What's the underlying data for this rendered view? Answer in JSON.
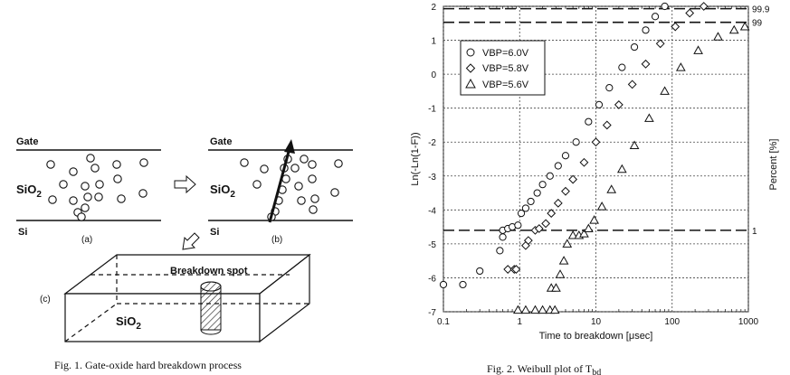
{
  "fig1": {
    "panel_a": {
      "gate": "Gate",
      "oxide": "SiO",
      "oxide_sub": "2",
      "si": "Si",
      "tag": "(a)"
    },
    "panel_b": {
      "gate": "Gate",
      "oxide": "SiO",
      "oxide_sub": "2",
      "si": "Si",
      "tag": "(b)"
    },
    "panel_c": {
      "tag": "(c)",
      "spot": "Breakdown spot",
      "oxide": "SiO",
      "oxide_sub": "2"
    },
    "caption": "Fig. 1.   Gate-oxide hard breakdown process"
  },
  "fig2": {
    "caption_main": "Fig. 2.   Weibull plot of T",
    "caption_sub": "bd"
  },
  "chart_data": {
    "type": "scatter",
    "xlabel": "Time to breakdown [μsec]",
    "ylabel": "Ln(-Ln(1-F))",
    "y2label": "Percent [%]",
    "xscale": "log",
    "xlim": [
      0.1,
      1000
    ],
    "ylim": [
      -7,
      2
    ],
    "x_ticks": [
      "0.1",
      "1",
      "10",
      "100",
      "1000"
    ],
    "y_ticks": [
      "-7",
      "-6",
      "-5",
      "-4",
      "-3",
      "-2",
      "-1",
      "0",
      "1",
      "2"
    ],
    "grid": true,
    "legend_position": "top-left",
    "percent_lines": [
      {
        "label": "99.9",
        "y": 1.93
      },
      {
        "label": "99",
        "y": 1.53
      },
      {
        "label": "1",
        "y": -4.6
      }
    ],
    "series": [
      {
        "name": "VBP=6.0V",
        "marker": "circle",
        "points": [
          [
            0.1,
            -6.2
          ],
          [
            0.18,
            -6.2
          ],
          [
            0.3,
            -5.8
          ],
          [
            0.55,
            -5.2
          ],
          [
            0.6,
            -4.8
          ],
          [
            0.6,
            -4.6
          ],
          [
            0.7,
            -4.55
          ],
          [
            0.8,
            -4.5
          ],
          [
            0.95,
            -4.45
          ],
          [
            1.05,
            -4.1
          ],
          [
            1.2,
            -3.95
          ],
          [
            1.4,
            -3.75
          ],
          [
            1.7,
            -3.5
          ],
          [
            2.0,
            -3.25
          ],
          [
            2.5,
            -3.0
          ],
          [
            3.2,
            -2.7
          ],
          [
            4.0,
            -2.4
          ],
          [
            5.5,
            -2.0
          ],
          [
            8.0,
            -1.4
          ],
          [
            11.0,
            -0.9
          ],
          [
            15.0,
            -0.4
          ],
          [
            22.0,
            0.2
          ],
          [
            32.0,
            0.8
          ],
          [
            45.0,
            1.3
          ],
          [
            60.0,
            1.7
          ],
          [
            80.0,
            2.0
          ]
        ]
      },
      {
        "name": "VBP=5.8V",
        "marker": "diamond",
        "points": [
          [
            0.7,
            -5.75
          ],
          [
            0.85,
            -5.75
          ],
          [
            0.9,
            -5.75
          ],
          [
            1.2,
            -5.05
          ],
          [
            1.3,
            -4.9
          ],
          [
            1.6,
            -4.6
          ],
          [
            1.8,
            -4.55
          ],
          [
            2.2,
            -4.4
          ],
          [
            2.6,
            -4.1
          ],
          [
            3.2,
            -3.8
          ],
          [
            4.0,
            -3.45
          ],
          [
            5.0,
            -3.1
          ],
          [
            7.0,
            -2.6
          ],
          [
            10.0,
            -2.0
          ],
          [
            14.0,
            -1.5
          ],
          [
            20.0,
            -0.9
          ],
          [
            30.0,
            -0.3
          ],
          [
            45.0,
            0.3
          ],
          [
            70.0,
            0.9
          ],
          [
            110.0,
            1.4
          ],
          [
            170.0,
            1.8
          ],
          [
            260.0,
            2.0
          ]
        ]
      },
      {
        "name": "VBP=5.6V",
        "marker": "triangle",
        "points": [
          [
            0.95,
            -6.95
          ],
          [
            1.2,
            -6.95
          ],
          [
            1.6,
            -6.95
          ],
          [
            2.0,
            -6.95
          ],
          [
            2.5,
            -6.95
          ],
          [
            2.9,
            -6.95
          ],
          [
            2.6,
            -6.3
          ],
          [
            3.0,
            -6.3
          ],
          [
            3.4,
            -5.9
          ],
          [
            3.8,
            -5.5
          ],
          [
            4.2,
            -5.0
          ],
          [
            5.0,
            -4.75
          ],
          [
            6.0,
            -4.75
          ],
          [
            7.0,
            -4.7
          ],
          [
            8.0,
            -4.55
          ],
          [
            9.5,
            -4.3
          ],
          [
            12.0,
            -3.9
          ],
          [
            16.0,
            -3.4
          ],
          [
            22.0,
            -2.8
          ],
          [
            32.0,
            -2.1
          ],
          [
            50.0,
            -1.3
          ],
          [
            80.0,
            -0.5
          ],
          [
            130.0,
            0.2
          ],
          [
            220.0,
            0.7
          ],
          [
            400.0,
            1.1
          ],
          [
            650.0,
            1.3
          ],
          [
            900.0,
            1.4
          ]
        ]
      }
    ]
  }
}
